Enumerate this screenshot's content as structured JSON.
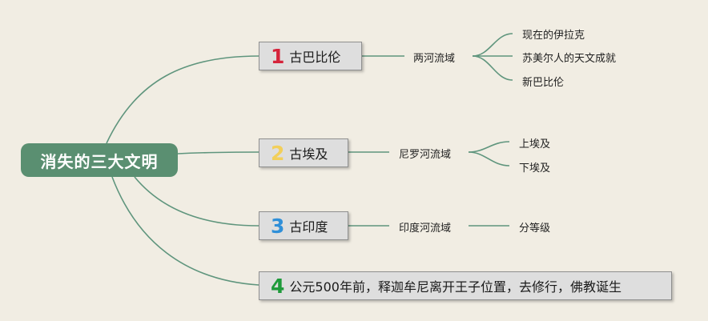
{
  "root": {
    "label": "消失的三大文明"
  },
  "branches": [
    {
      "number": "1",
      "color": "#d5243b",
      "label": "古巴比伦",
      "region": "两河流域",
      "leaves": [
        "现在的伊拉克",
        "苏美尔人的天文成就",
        "新巴比伦"
      ]
    },
    {
      "number": "2",
      "color": "#f2cf5a",
      "label": "古埃及",
      "region": "尼罗河流域",
      "leaves": [
        "上埃及",
        "下埃及"
      ]
    },
    {
      "number": "3",
      "color": "#2f8fd8",
      "label": "古印度",
      "region": "印度河流域",
      "leaves": [
        "分等级"
      ]
    },
    {
      "number": "4",
      "color": "#1e9a3a",
      "label": "公元500年前，释迦牟尼离开王子位置，去修行，佛教诞生"
    }
  ]
}
